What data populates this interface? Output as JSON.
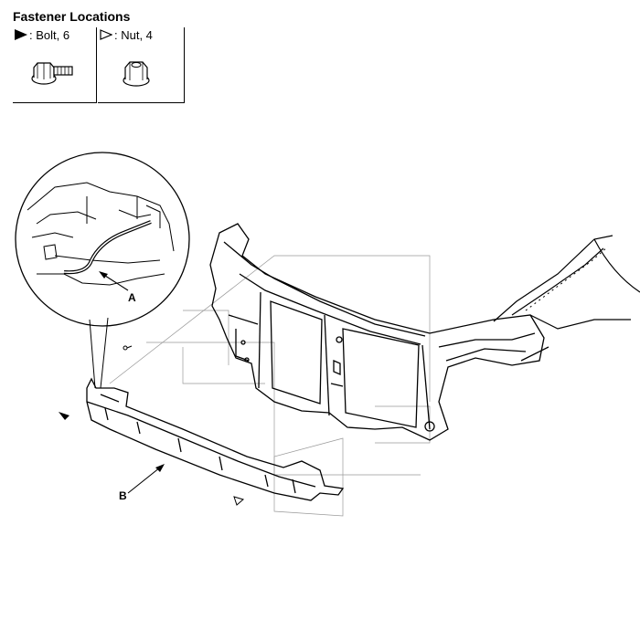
{
  "legend": {
    "title": "Fastener Locations",
    "bolt": {
      "label": ": Bolt, 6",
      "icon": "solid-triangle-icon"
    },
    "nut": {
      "label": ": Nut, 4",
      "icon": "hollow-triangle-icon"
    }
  },
  "callouts": {
    "a": "A",
    "b": "B"
  }
}
